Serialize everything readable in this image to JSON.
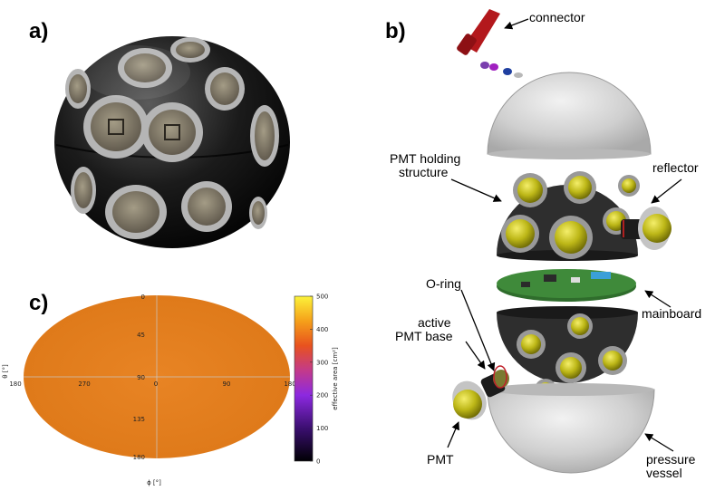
{
  "panels": {
    "a": "a)",
    "b": "b)",
    "c": "c)"
  },
  "callouts": {
    "connector": "connector",
    "pmt_holding_line1": "PMT holding",
    "pmt_holding_line2": "structure",
    "reflector": "reflector",
    "oring": "O-ring",
    "active_line1": "active",
    "active_line2": "PMT base",
    "mainboard": "mainboard",
    "pmt": "PMT",
    "pressure_line1": "pressure",
    "pressure_line2": "vessel"
  },
  "colors": {
    "pmt_yellow": "#c7c21c",
    "holder_black": "#2a2a2a",
    "glass_grey": "#c9c9c9",
    "board_green": "#3f8a3a",
    "connector_red": "#b3181c",
    "map_orange": "#e07d1e"
  },
  "chart_data": {
    "type": "heatmap",
    "projection": "mollweide",
    "xlabel": "ϕ [°]",
    "ylabel": "θ [°]",
    "x_ticks": [
      "180",
      "270",
      "0",
      "90",
      "180"
    ],
    "y_ticks": [
      "0",
      "45",
      "90",
      "135",
      "180"
    ],
    "colorbar": {
      "label": "effective area [cm²]",
      "ticks": [
        0,
        100,
        200,
        300,
        400,
        500
      ],
      "range": [
        0,
        500
      ]
    },
    "approx_uniform_value": 330
  }
}
